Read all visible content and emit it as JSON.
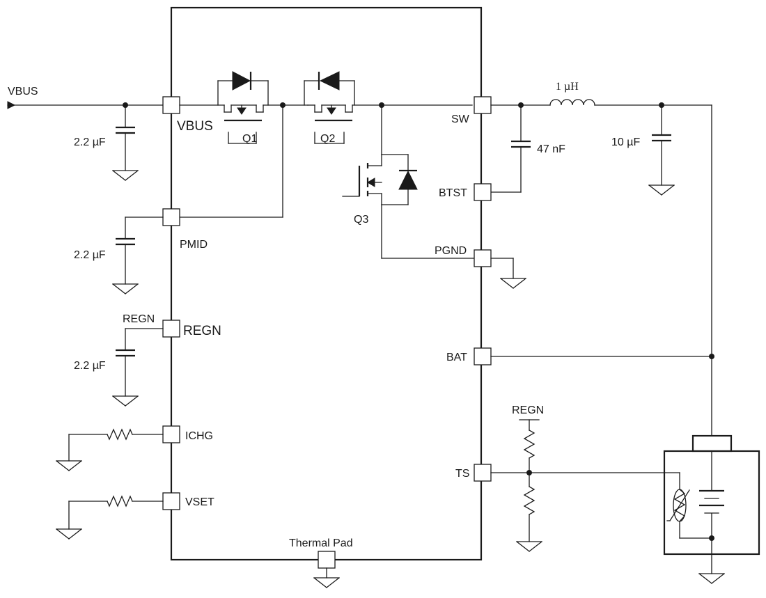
{
  "labels": {
    "vbus_input": "VBUS",
    "vbus_pin": "VBUS",
    "pmid_pin": "PMID",
    "regn_pin": "REGN",
    "regn_net": "REGN",
    "ichg_pin": "ICHG",
    "vset_pin": "VSET",
    "sw_pin": "SW",
    "btst_pin": "BTST",
    "pgnd_pin": "PGND",
    "bat_pin": "BAT",
    "ts_pin": "TS",
    "ts_regn_net": "REGN",
    "thermal_pad": "Thermal Pad",
    "q1": "Q1",
    "q2": "Q2",
    "q3": "Q3"
  },
  "components": {
    "cap_vbus": "2.2 µF",
    "cap_pmid": "2.2 µF",
    "cap_regn": "2.2 µF",
    "cap_btst": "47 nF",
    "cap_out": "10 µF",
    "inductor": "1 µH"
  },
  "icons": {
    "resistor": "zigzag-resistor-icon",
    "capacitor": "capacitor-icon",
    "ground": "ground-icon",
    "inductor": "inductor-icon",
    "diode": "diode-icon",
    "mosfet": "mosfet-icon",
    "battery": "battery-icon",
    "thermistor": "thermistor-icon"
  }
}
